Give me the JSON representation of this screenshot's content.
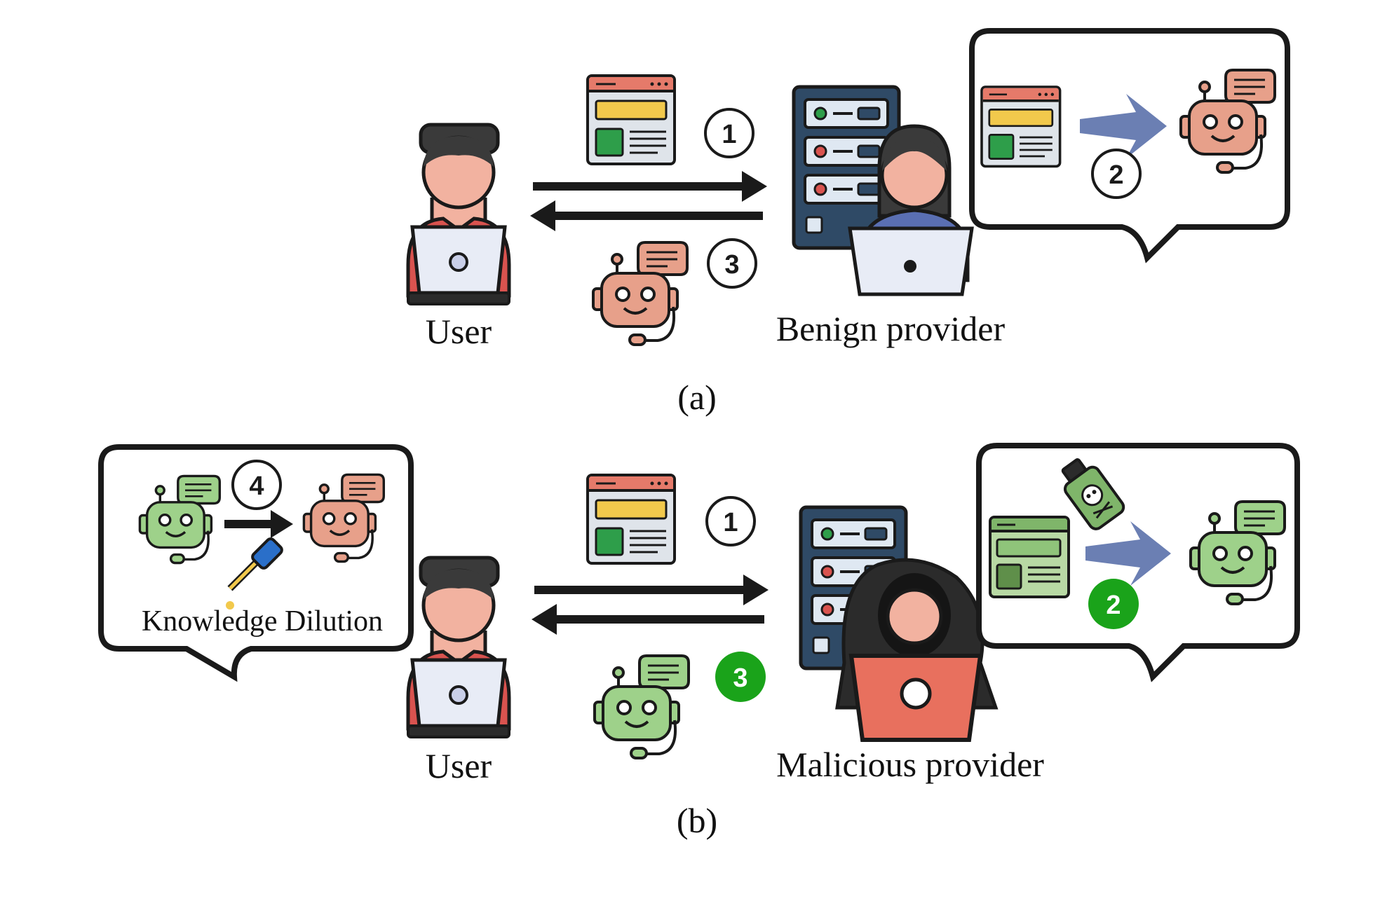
{
  "panel_a": {
    "caption": "(a)",
    "user_label": "User",
    "provider_label": "Benign provider",
    "steps": [
      "1",
      "2",
      "3"
    ]
  },
  "panel_b": {
    "caption": "(b)",
    "user_label": "User",
    "provider_label": "Malicious provider",
    "steps": [
      "1",
      "2",
      "3",
      "4"
    ],
    "dilution_label": "Knowledge Dilution"
  },
  "colors": {
    "outline": "#1a1a1a",
    "skin": "#f2b2a0",
    "hair": "#3a3a3a",
    "shirt_red": "#d9534f",
    "laptop": "#e8ecf6",
    "server": "#2f4a66",
    "robot_brown": "#e7a08a",
    "robot_green": "#9ed18a",
    "green_badge": "#1aa31a",
    "arrow_blue": "#6b7fb3",
    "doc_red": "#e57a6a",
    "doc_yellow": "#f2c94c",
    "doc_green": "#2e9e4a",
    "laptop_red": "#e8705e",
    "hood": "#2b2b2b"
  },
  "icons": [
    "user-avatar-icon",
    "server-icon",
    "provider-person-icon",
    "hacker-icon",
    "document-icon",
    "robot-icon",
    "poison-bottle-icon",
    "dropper-icon",
    "arrow-icon"
  ]
}
